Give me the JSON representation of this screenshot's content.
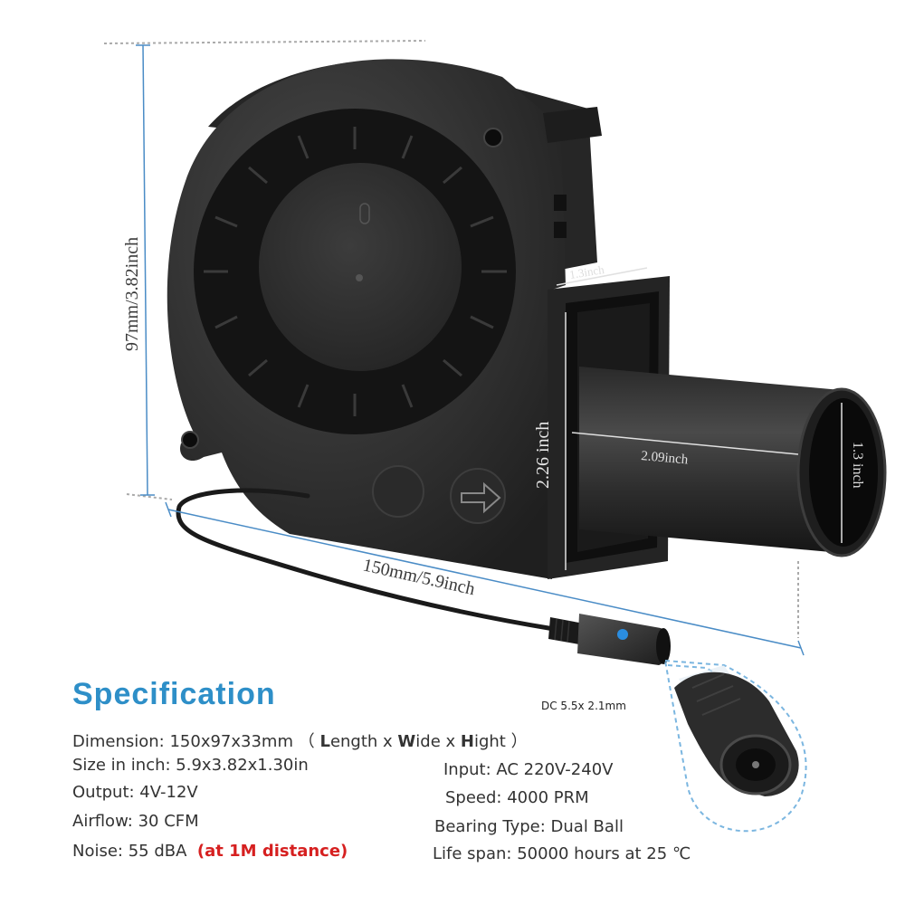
{
  "dimensions": {
    "height": "97mm/3.82inch",
    "length": "150mm/5.9inch",
    "outlet_width": "1.3inch",
    "outlet_height": "2.26 inch",
    "tube_length": "2.09inch",
    "tube_diameter": "1.3 inch"
  },
  "connector": {
    "label": "DC 5.5x 2.1mm"
  },
  "spec": {
    "title": "Specification",
    "dimension": {
      "prefix": "Dimension: 150x97x33mm （ ",
      "L": "L",
      "length_rest": "ength x ",
      "W": "W",
      "wide_rest": "ide x ",
      "H": "H",
      "hight_rest": "ight ）"
    },
    "size_in_inch": "Size in inch: 5.9x3.82x1.30in",
    "output": "Output: 4V-12V",
    "airflow": "Airflow: 30 CFM",
    "noise": "Noise: 55 dBA",
    "noise_note": "(at 1M distance)",
    "input": "Input: AC 220V-240V",
    "speed": "Speed: 4000 PRM",
    "bearing": "Bearing Type: Dual Ball",
    "life_span": "Life span: 50000 hours at 25 ℃"
  },
  "colors": {
    "accent": "#2e8fc8",
    "warning": "#d62020",
    "dimension_line": "#4a8cc6",
    "product": "#2b2b2b"
  }
}
